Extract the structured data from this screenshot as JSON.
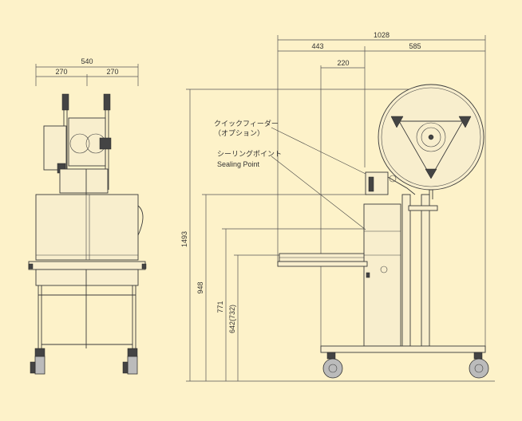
{
  "dimensions": {
    "front_total_width": "540",
    "front_left_half": "270",
    "front_right_half": "270",
    "side_total_width": "1028",
    "side_left": "443",
    "side_right": "585",
    "side_inner": "220",
    "height_total": "1493",
    "height_table": "948",
    "height_sealing": "771",
    "height_feeder": "642(732)"
  },
  "labels": {
    "quick_feeder_jp": "クイックフィーダー",
    "quick_feeder_option": "（オプション）",
    "sealing_point_jp": "シーリングポイント",
    "sealing_point_en": "Sealing Point"
  },
  "colors": {
    "background": "#fdf2c9",
    "line": "#3a3a3a"
  }
}
